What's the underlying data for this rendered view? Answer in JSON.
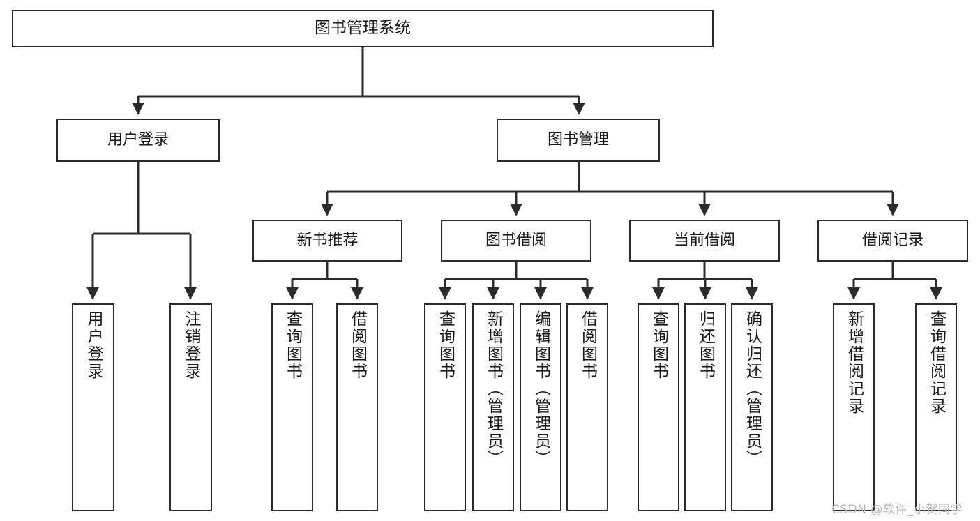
{
  "diagram": {
    "type": "tree",
    "title": "图书管理系统",
    "watermark": "CSDN @软件_小贺同学",
    "colors": {
      "box_border": "#2b2b2b",
      "box_fill": "#ffffff",
      "line": "#2b2b2b",
      "text": "#1a1a1a",
      "watermark": "#b9b9b9"
    },
    "nodes": {
      "root": {
        "label": "图书管理系统"
      },
      "level2": [
        {
          "label": "用户登录"
        },
        {
          "label": "图书管理"
        }
      ],
      "level3": [
        {
          "label": "新书推荐"
        },
        {
          "label": "图书借阅"
        },
        {
          "label": "当前借阅"
        },
        {
          "label": "借阅记录"
        }
      ],
      "leaves": [
        {
          "label": "用户登录",
          "parent": "用户登录"
        },
        {
          "label": "注销登录",
          "parent": "用户登录"
        },
        {
          "label": "查询图书",
          "parent": "新书推荐"
        },
        {
          "label": "借阅图书",
          "parent": "新书推荐"
        },
        {
          "label": "查询图书",
          "parent": "图书借阅"
        },
        {
          "label": "新增图书（管理员）",
          "parent": "图书借阅"
        },
        {
          "label": "编辑图书（管理员）",
          "parent": "图书借阅"
        },
        {
          "label": "借阅图书",
          "parent": "图书借阅"
        },
        {
          "label": "查询图书",
          "parent": "当前借阅"
        },
        {
          "label": "归还图书",
          "parent": "当前借阅"
        },
        {
          "label": "确认归还（管理员）",
          "parent": "当前借阅"
        },
        {
          "label": "新增借阅记录",
          "parent": "借阅记录"
        },
        {
          "label": "查询借阅记录",
          "parent": "借阅记录"
        }
      ]
    }
  }
}
